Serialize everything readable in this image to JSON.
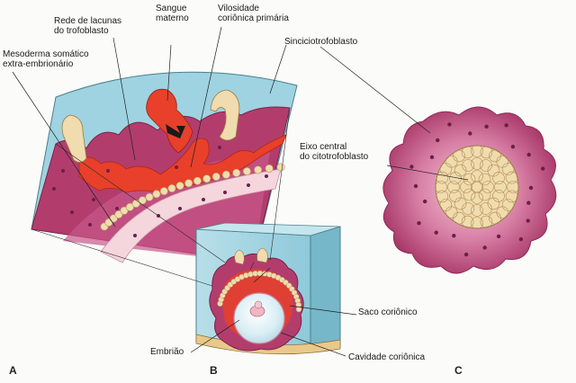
{
  "labels": {
    "rede_lacunas": "Rede de lacunas\ndo trofoblasto",
    "sangue_materno": "Sangue\nmaterno",
    "vilosidade": "Vilosidade\ncoriônica primária",
    "mesoderma": "Mesoderma somático\nextra-embrionário",
    "sinciciotrofoblasto": "Sinciciotrofoblasto",
    "eixo_central": "Eixo central\ndo citotrofoblasto",
    "saco_corionico": "Saco coriônico",
    "embriao": "Embrião",
    "cavidade_corionica": "Cavidade coriônica"
  },
  "panels": {
    "a": "A",
    "b": "B",
    "c": "C"
  },
  "colors": {
    "fluid": "#9fd3e1",
    "syncytio": "#b23d6d",
    "syncytio_light": "#e3a3bd",
    "lacuna_blood": "#e8402a",
    "cytotrophoblast": "#f0dcae",
    "mesoderm": "#f5d6dd",
    "nucleus": "#6b1f4b"
  }
}
